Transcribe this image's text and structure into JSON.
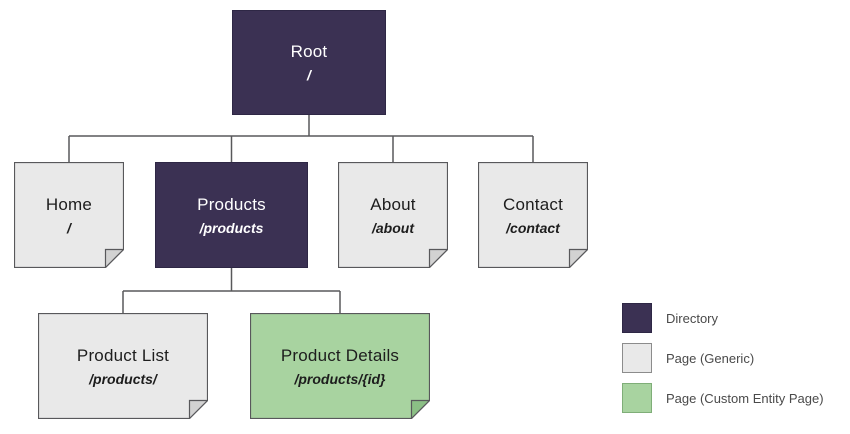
{
  "nodes": {
    "root": {
      "title": "Root",
      "path": "/",
      "type": "directory"
    },
    "home": {
      "title": "Home",
      "path": "/",
      "type": "page-generic"
    },
    "products": {
      "title": "Products",
      "path": "/products",
      "type": "directory"
    },
    "about": {
      "title": "About",
      "path": "/about",
      "type": "page-generic"
    },
    "contact": {
      "title": "Contact",
      "path": "/contact",
      "type": "page-generic"
    },
    "product_list": {
      "title": "Product List",
      "path": "/products/",
      "type": "page-generic"
    },
    "product_details": {
      "title": "Product Details",
      "path": "/products/{id}",
      "type": "page-entity"
    }
  },
  "legend": {
    "items": [
      {
        "label": "Directory",
        "color": "#3b3153"
      },
      {
        "label": "Page (Generic)",
        "color": "#e9e9e9"
      },
      {
        "label": "Page (Custom Entity Page)",
        "color": "#a8d3a0"
      }
    ]
  },
  "colors": {
    "directory": "#3b3153",
    "page_generic": "#e9e9e9",
    "page_entity": "#a8d3a0",
    "connector_line": "#58585b"
  }
}
